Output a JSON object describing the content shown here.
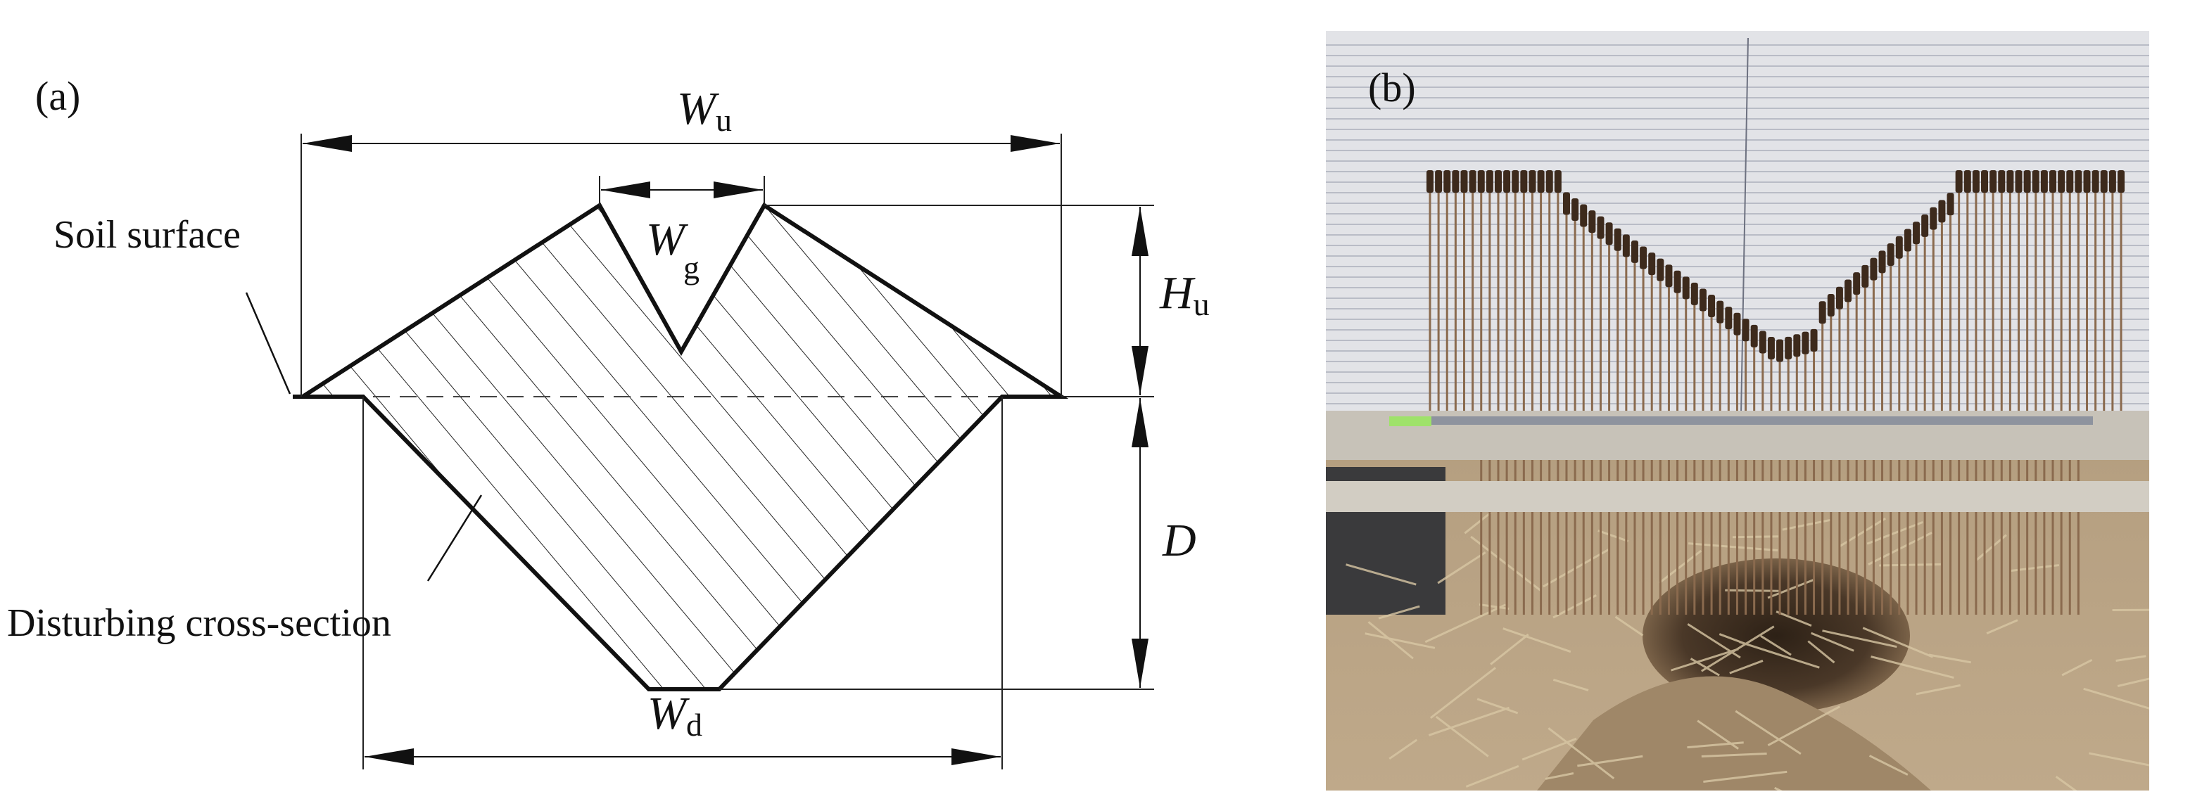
{
  "panel_a": {
    "tag": "(a)",
    "labels": {
      "wu_main": "W",
      "wu_sub": "u",
      "wg_main": "W",
      "wg_sub": "g",
      "hu_main": "H",
      "hu_sub": "u",
      "d_main": "D",
      "wd_main": "W",
      "wd_sub": "d",
      "soil_surface": "Soil surface",
      "disturbing": "Disturbing cross-section"
    }
  },
  "panel_b": {
    "tag": "(b)",
    "colors": {
      "board": "#e2e3e7",
      "board_line": "#b9bcc6",
      "pin": "#8a6a4e",
      "pin_head": "#3d2a1c",
      "frame": "#c7c2b8",
      "soil": "#b7a082",
      "soil_dark": "#5e4a36"
    }
  }
}
